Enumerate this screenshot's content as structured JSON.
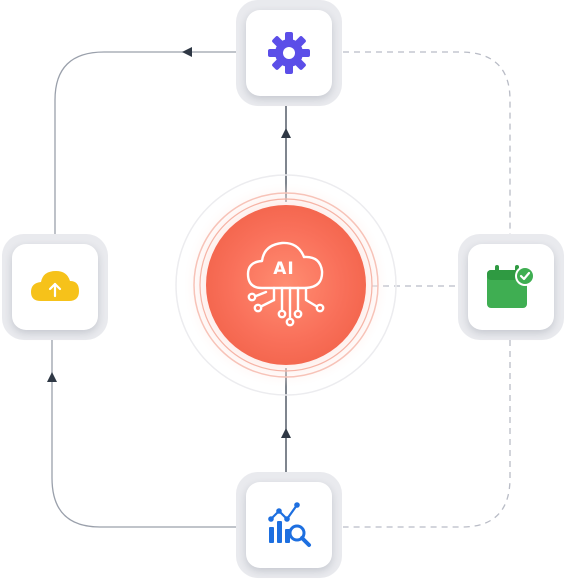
{
  "diagram": {
    "hub": {
      "label": "AI",
      "icon": "ai-cloud-circuit-icon",
      "color": "#f4674f"
    },
    "nodes": [
      {
        "id": "settings",
        "icon": "gear-icon",
        "color": "#5b4ee8"
      },
      {
        "id": "upload",
        "icon": "cloud-upload-icon",
        "color": "#f6c21a"
      },
      {
        "id": "schedule",
        "icon": "calendar-check-icon",
        "color": "#3fae52"
      },
      {
        "id": "analytics",
        "icon": "chart-search-icon",
        "color": "#1d6fe0"
      }
    ],
    "connector_color": "#3a4350",
    "dashed_color": "#b9bcc6"
  }
}
